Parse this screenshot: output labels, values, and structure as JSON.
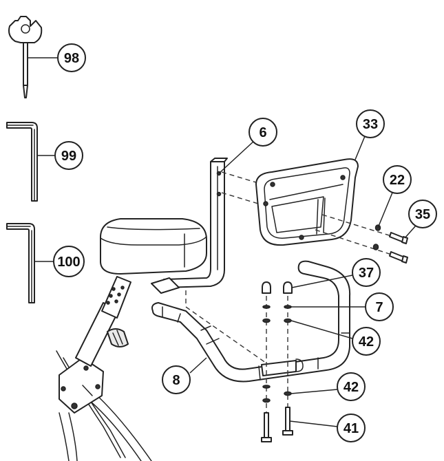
{
  "callouts": {
    "c98": "98",
    "c99": "99",
    "c100": "100",
    "c6": "6",
    "c33": "33",
    "c22": "22",
    "c35": "35",
    "c37": "37",
    "c7": "7",
    "c42a": "42",
    "c8": "8",
    "c42b": "42",
    "c41": "41"
  },
  "icons": {
    "multi_tool": "spanner-screwdriver-icon",
    "hex_key_99": "allen-key-icon",
    "hex_key_100": "allen-key-icon"
  },
  "colors": {
    "line": "#222222",
    "background": "#ffffff"
  }
}
